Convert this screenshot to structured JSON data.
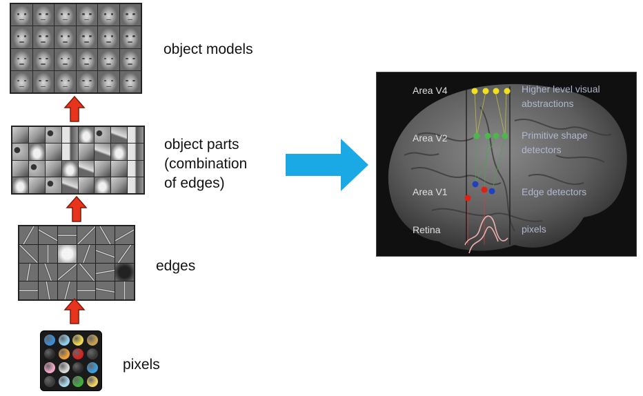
{
  "left_stack": {
    "object_models_label": "object models",
    "object_parts_label_1": "object parts",
    "object_parts_label_2": "(combination",
    "object_parts_label_3": "of edges)",
    "edges_label": "edges",
    "pixels_label": "pixels"
  },
  "pixel_colors": [
    "#3a8fd8",
    "#8fd0f0",
    "#f0d84a",
    "#c8a050",
    "#2a2a2a",
    "#f0a030",
    "#d82020",
    "#3a3a3a",
    "#f0a8c8",
    "#d8d8d8",
    "#2a2a2a",
    "#3a9ee0",
    "#3a3a3a",
    "#a8d8f0",
    "#40b040",
    "#f0d060"
  ],
  "brain_panel": {
    "area_v4": "Area V4",
    "area_v2": "Area V2",
    "area_v1": "Area V1",
    "retina": "Retina",
    "v4_desc_1": "Higher level visual",
    "v4_desc_2": "abstractions",
    "v2_desc_1": "Primitive shape",
    "v2_desc_2": "detectors",
    "v1_desc": "Edge detectors",
    "retina_desc": "pixels"
  },
  "colors": {
    "up_arrow": "#e8341c",
    "big_arrow": "#1aa9e4",
    "v4_nodes": "#f2e020",
    "v2_nodes": "#4cb84a",
    "v1_blue": "#2040c0",
    "v1_red": "#e02010",
    "panel_text": "#b0b8d0"
  }
}
